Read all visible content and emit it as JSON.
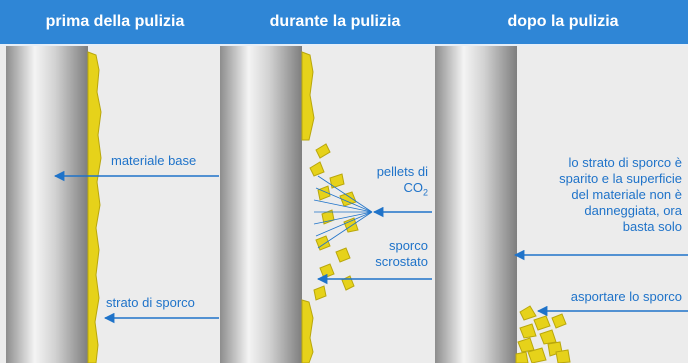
{
  "headers": {
    "before": "prima della pulizia",
    "during": "durante la pulizia",
    "after": "dopo la pulizia"
  },
  "labels": {
    "base_material": "materiale base",
    "dirt_layer": "strato di sporco",
    "pellets_line1": "pellets di",
    "pellets_line2": "CO",
    "pellets_sub": "2",
    "scraped_line1": "sporco",
    "scraped_line2": "scrostato",
    "after_line1": "lo strato di sporco è",
    "after_line2": "sparito e la superficie",
    "after_line3": "del materiale non è",
    "after_line4": "danneggiata, ora",
    "after_line5": "basta solo",
    "remove_dirt": "asportare lo sporco"
  },
  "colors": {
    "header_bg": "#2f86d6",
    "text_blue": "#1f73c9",
    "dirt_yellow": "#e6d21a",
    "background": "#ececec"
  }
}
